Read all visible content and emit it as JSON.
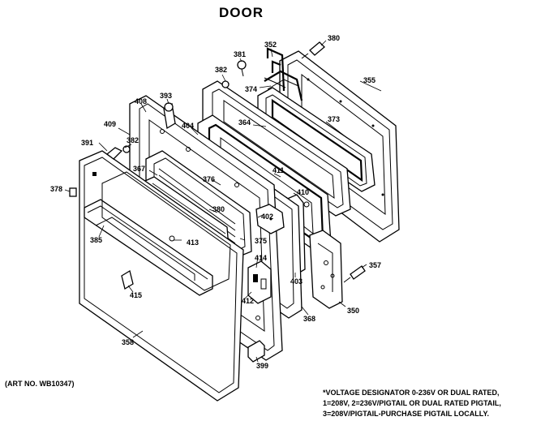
{
  "title": "DOOR",
  "art_number": "(ART NO. WB10347)",
  "note_lines": [
    "*VOLTAGE DESIGNATOR 0-236V OR DUAL RATED,",
    "1=208V, 2=236V/PIGTAIL OR DUAL RATED PIGTAIL,",
    "3=208V/PIGTAIL-PURCHASE PIGTAIL LOCALLY."
  ],
  "callouts": {
    "c352": "352",
    "c380": "380",
    "c381": "381",
    "c382a": "382",
    "c355": "355",
    "c374": "374",
    "c393": "393",
    "c408": "408",
    "c364": "364",
    "c373": "373",
    "c404": "404",
    "c409": "409",
    "c391": "391",
    "c382b": "382",
    "c367": "367",
    "c376": "376",
    "c411": "411",
    "c410": "410",
    "c378": "378",
    "c380b": "380",
    "c402": "402",
    "c385": "385",
    "c413": "413",
    "c375": "375",
    "c414": "414",
    "c357": "357",
    "c403": "403",
    "c412": "412",
    "c415": "415",
    "c368": "368",
    "c350": "350",
    "c358": "358",
    "c399": "399"
  }
}
